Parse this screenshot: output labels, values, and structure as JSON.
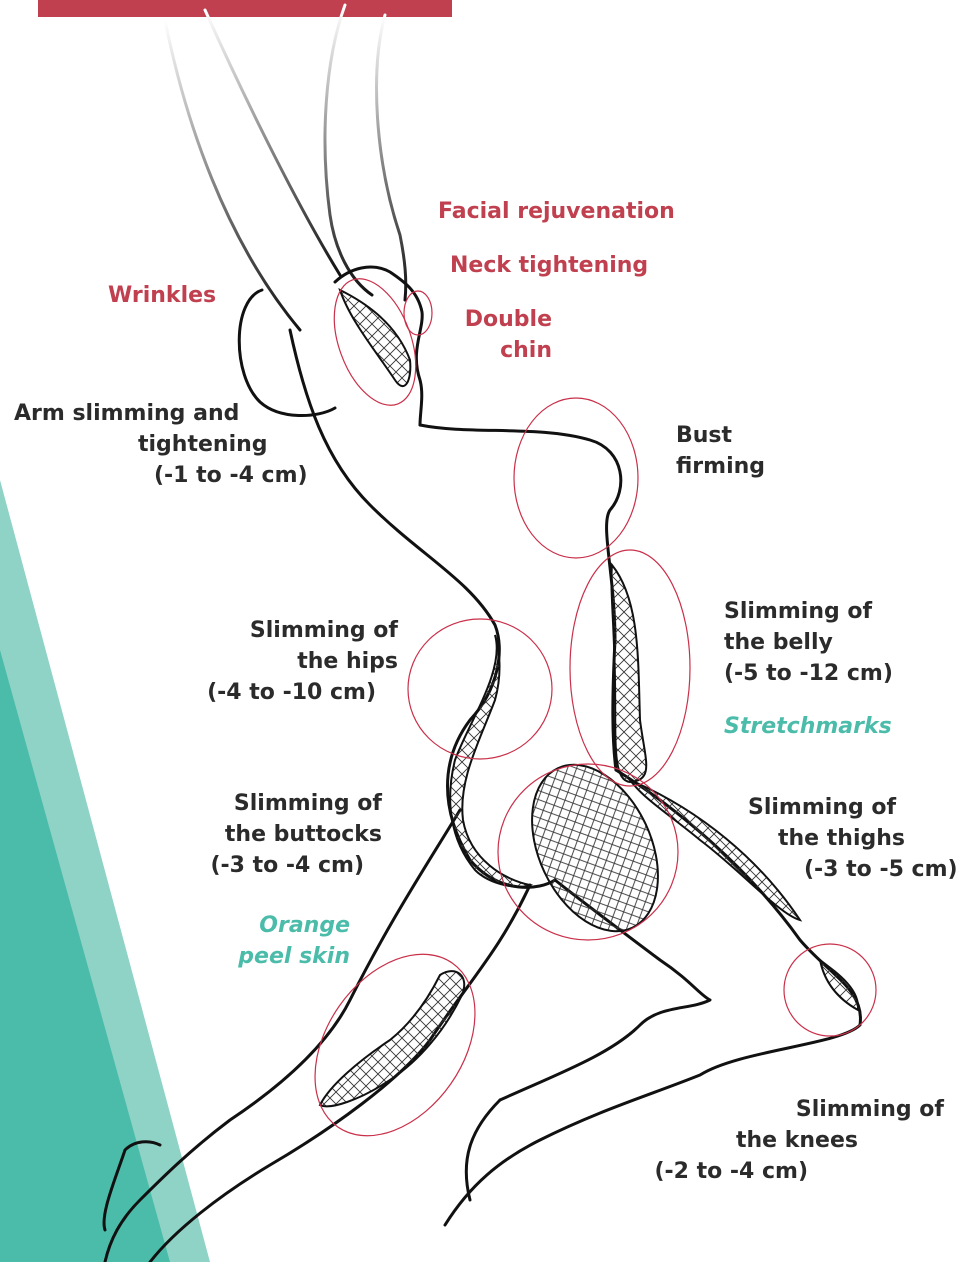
{
  "colors": {
    "accent_red": "#c0404f",
    "accent_teal": "#4cbcaa",
    "text_dark": "#2b2b2b",
    "outline": "#111111",
    "zone_circle": "#c9304a"
  },
  "labels": {
    "facial": "Facial rejuvenation",
    "neck": "Neck tightening",
    "wrinkles": "Wrinkles",
    "double_chin": [
      "Double",
      "chin"
    ],
    "arm": [
      "Arm slimming and",
      "tightening",
      "(-1 to -4 cm)"
    ],
    "bust": [
      "Bust",
      "firming"
    ],
    "belly": [
      "Slimming of",
      "the belly",
      "(-5 to -12 cm)"
    ],
    "stretchmarks": "Stretchmarks",
    "hips": [
      "Slimming of",
      "the hips",
      "(-4 to -10 cm)"
    ],
    "buttocks": [
      "Slimming of",
      "the buttocks",
      "(-3 to -4 cm)"
    ],
    "orange_peel": [
      "Orange",
      "peel skin"
    ],
    "thighs": [
      "Slimming of",
      "the thighs",
      "(-3 to -5 cm)"
    ],
    "knees": [
      "Slimming of",
      "the knees",
      "(-2 to -4 cm)"
    ]
  }
}
